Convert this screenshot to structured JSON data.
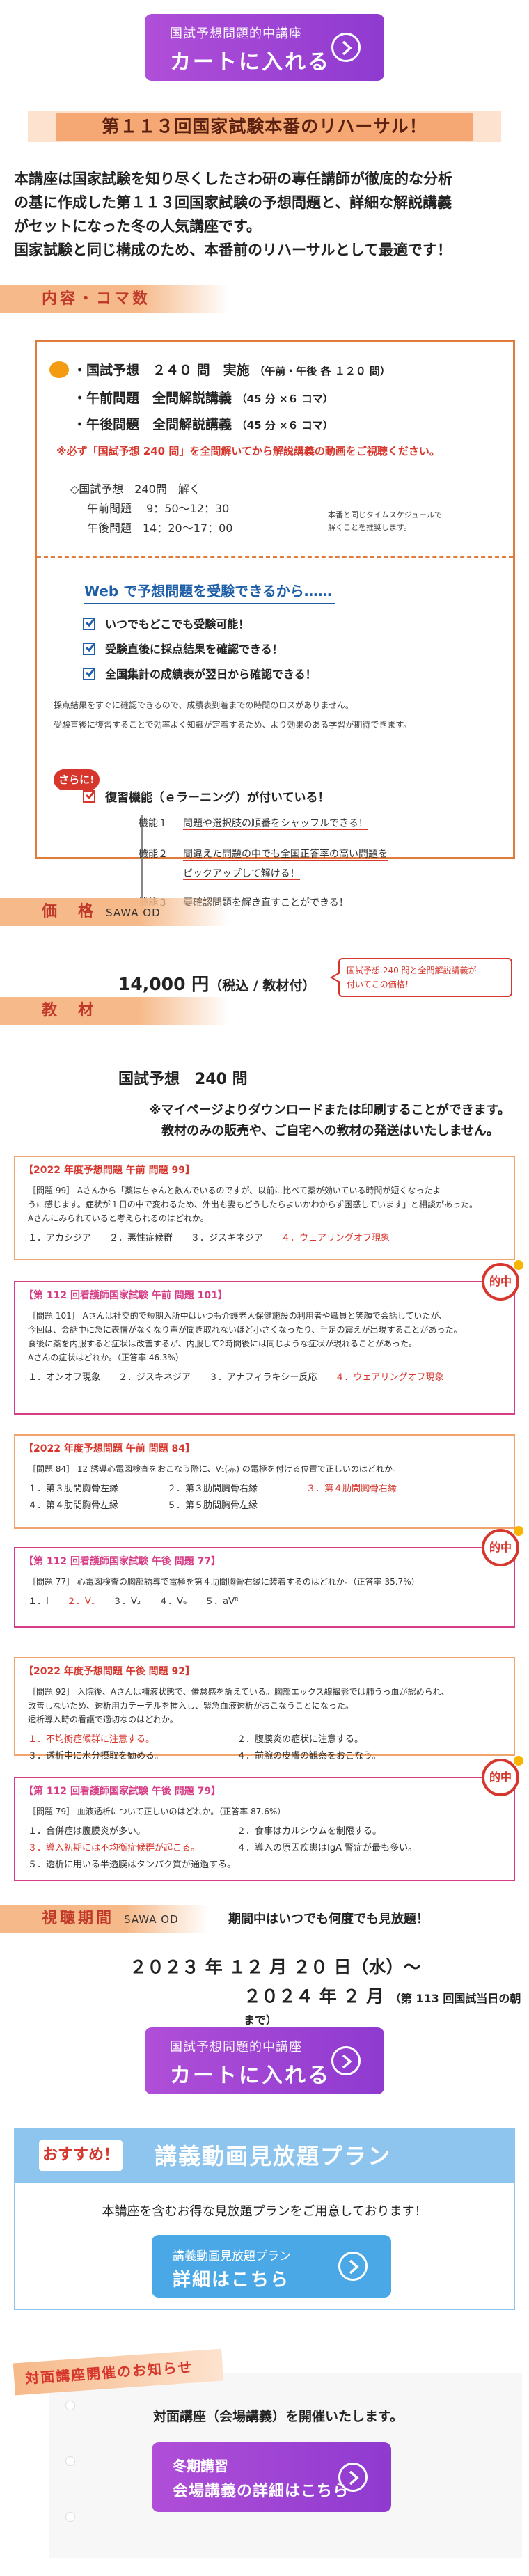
{
  "cart_buttons": {
    "small": "国試予想問題的中講座",
    "big": "カートに入れる"
  },
  "hero": {
    "title": "第１１３回国家試験本番のリハーサル！"
  },
  "intro": {
    "lines": [
      "本講座は国家試験を知り尽くしたさわ研の専任講師が徹底的な分析",
      "の基に作成した第１１３回国家試験の予想問題と、詳細な解説講義",
      "がセットになった冬の人気講座です。",
      "国家試験と同じ構成のため、本番前のリハーサルとして最適です！"
    ]
  },
  "section_content": {
    "label": "内容・コマ数",
    "sub": ""
  },
  "content": {
    "line1": "・国試予想　２４０ 問　実施",
    "line1_sm": "（午前・午後 各 １２０ 問）",
    "line2": "・午前問題　全問解説講義",
    "line2_sm": "（45 分 ×６ コマ）",
    "line3": "・午後問題　全問解説講義",
    "line3_sm": "（45 分 ×６ コマ）",
    "red_note": "※必ず「国試予想 240 問」を全問解いてから解説講義の動画をご視聴ください。",
    "sched_title": "◇国試予想　240問　解く",
    "sched_am": "午前問題　 9：50～12：30",
    "sched_pm": "午後問題　14：20～17：00",
    "sched_note1": "本番と同じタイムスケジュールで",
    "sched_note2": "解くことを推奨します。",
    "web_head": "Web で予想問題を受験できるから……",
    "checks": [
      "いつでもどこでも受験可能！",
      "受験直後に採点結果を確認できる！",
      "全国集計の成績表が翌日から確認できる！"
    ],
    "para1": "採点結果をすぐに確認できるので、成績表到着までの時間のロスがありません。",
    "para2": "受験直後に復習することで効率よく知識が定着するため、より効果のある学習が期待できます。",
    "sarani": "さらに!",
    "fukushu": "復習機能（ｅラーニング）が付いている！",
    "functions": [
      {
        "label": "機能１",
        "text": "問題や選択肢の順番をシャッフルできる！"
      },
      {
        "label": "機能２",
        "text": "間違えた問題の中でも全国正答率の高い問題を"
      },
      {
        "label": "",
        "text": "ピックアップして解ける！"
      },
      {
        "label": "機能３",
        "text": "要確認問題を解き直すことができる！"
      }
    ]
  },
  "section_price": {
    "label": "価　格",
    "sub": "SAWA OD"
  },
  "price": {
    "value": "14,000 円",
    "note": "（税込 / 教材付）"
  },
  "callout": {
    "line1": "国試予想 240 問と全問解説講義が",
    "line2": "付いてこの価格！"
  },
  "section_material": {
    "label": "教　材",
    "sub": ""
  },
  "material": {
    "title": "国試予想　240 問",
    "note1": "※マイページよりダウンロードまたは印刷することができます。",
    "note2": "教材のみの販売や、ご自宅への教材の発送はいたしません。"
  },
  "questions": [
    {
      "type": "yosou",
      "head": "【2022 年度予想問題  午前  問題 99】",
      "q": [
        "［問題 99］ Aさんから「薬はちゃんと飲んでいるのですが、以前に比べて薬が効いている時間が短くなったよ",
        "うに感じます。症状が１日の中で変わるため、外出も妻もどうしたらよいかわからず困惑しています」と相談があった。",
        "Aさんにみられていると考えられるのはどれか。"
      ],
      "opts": [
        "１．アカシジア",
        "２．悪性症候群",
        "３．ジスキネジア",
        "４．ウェアリングオフ現象"
      ],
      "red_opt": 3,
      "tekichu": false
    },
    {
      "type": "nurse",
      "head": "【第 112 回看護師国家試験  午前  問題 101】",
      "q": [
        "［問題 101］ Aさんは社交的で短期入所中はいつも介護老人保健施設の利用者や職員と笑顔で会話していたが、",
        "今回は、会話中に急に表情がなくなり声が聞き取れないほど小さくなったり、手足の震えが出現することがあった。",
        "食後に薬を内服すると症状は改善するが、内服して2時間後には同じような症状が現れることがあった。",
        "Aさんの症状はどれか。（正答率 46.3%）"
      ],
      "opts": [
        "１．オンオフ現象",
        "２．ジスキネジア",
        "３．アナフィラキシー反応",
        "４．ウェアリングオフ現象"
      ],
      "red_opt": 3,
      "tekichu": true
    },
    {
      "type": "yosou",
      "head": "【2022 年度予想問題  午前  問題 84】",
      "q": [
        "［問題 84］ 12 誘導心電図検査をおこなう際に、V₁(赤) の電極を付ける位置で正しいのはどれか。"
      ],
      "opts2": [
        [
          "１．第３肋間胸骨左縁",
          "２．第３肋間胸骨右縁",
          "３．第４肋間胸骨右縁"
        ],
        [
          "４．第４肋間胸骨左縁",
          "５．第５肋間胸骨左縁",
          ""
        ]
      ],
      "red_opt": 2,
      "tekichu": false
    },
    {
      "type": "nurse",
      "head": "【第 112 回看護師国家試験  午後  問題 77】",
      "q": [
        "［問題 77］ 心電図検査の胸部誘導で電極を第４肋間胸骨右縁に装着するのはどれか。（正答率 35.7%）"
      ],
      "opts": [
        "１．Ⅰ",
        "２．V₁",
        "３．V₂",
        "４．V₆",
        "５．aVᴿ"
      ],
      "red_opt": 1,
      "tekichu": true
    },
    {
      "type": "yosou",
      "head": "【2022 年度予想問題  午後  問題 92】",
      "q": [
        "［問題 92］ 入院後、Aさんは補液状態で、倦怠感を訴えている。胸部エックス線撮影では肺うっ血が認められ、",
        "改善しないため、透析用カテーテルを挿入し、緊急血液透析がおこなうことになった。",
        "透析導入時の看護で適切なのはどれか。"
      ],
      "opts2": [
        [
          "１．不均衡症候群に注意する。",
          "２．腹膜炎の症状に注意する。"
        ],
        [
          "３．透析中に水分摂取を勧める。",
          "４．前腕の皮膚の観察をおこなう。"
        ]
      ],
      "red_opt": 0,
      "tekichu": false
    },
    {
      "type": "nurse",
      "head": "【第 112 回看護師国家試験  午後  問題 79】",
      "q": [
        "［問題 79］ 血液透析について正しいのはどれか。（正答率 87.6%）"
      ],
      "opts2": [
        [
          "１．合併症は腹膜炎が多い。",
          "２．食事はカルシウムを制限する。"
        ],
        [
          "３．導入初期には不均衡症候群が起こる。",
          "４．導入の原因疾患はIgA 腎症が最も多い。"
        ],
        [
          "５．透析に用いる半透膜はタンパク質が通過する。",
          ""
        ]
      ],
      "red_opt": 2,
      "tekichu": true
    }
  ],
  "tekichu_label": "的中",
  "section_view": {
    "label": "視聴期間",
    "sub": "SAWA OD"
  },
  "view": {
    "note": "期間中はいつでも何度でも見放題！",
    "date1": "２０２３ 年 １２ 月 ２０ 日（水）～",
    "date2": "２０２４ 年 ２ 月",
    "date2_sm": "（第 113 回国試当日の朝まで）"
  },
  "plan": {
    "osusume": "おすすめ！",
    "title": "講義動画見放題プラン",
    "desc": "本講座を含むお得な見放題プランをご用意しております！",
    "btn_small": "講義動画見放題プラン",
    "btn_big": "詳細はこちら"
  },
  "face": {
    "tag": "対面講座開催のお知らせ",
    "desc": "対面講座（会場講義）を開催いたします。",
    "btn_small": "冬期講習",
    "btn_big": "会場講義の詳細はこちら"
  }
}
